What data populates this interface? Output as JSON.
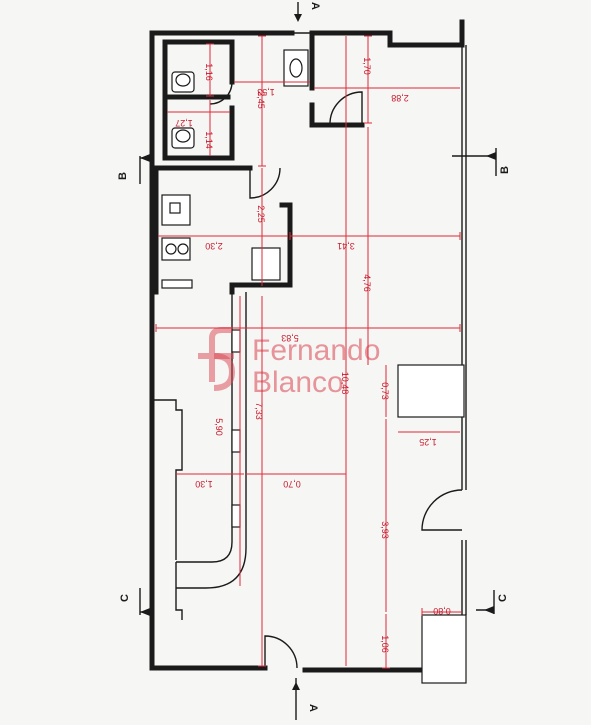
{
  "plan": {
    "dimensions": [
      {
        "id": "d1",
        "label": "1,16"
      },
      {
        "id": "d2",
        "label": "1,27"
      },
      {
        "id": "d3",
        "label": "1,14"
      },
      {
        "id": "d4",
        "label": "2,45"
      },
      {
        "id": "d5",
        "label": "1,53"
      },
      {
        "id": "d6",
        "label": "1,70"
      },
      {
        "id": "d7",
        "label": "2,88"
      },
      {
        "id": "d8",
        "label": "2,25"
      },
      {
        "id": "d9",
        "label": "2,30"
      },
      {
        "id": "d10",
        "label": "3,41"
      },
      {
        "id": "d11",
        "label": "4,76"
      },
      {
        "id": "d12",
        "label": "5,83"
      },
      {
        "id": "d13",
        "label": "10,48"
      },
      {
        "id": "d14",
        "label": "0,73"
      },
      {
        "id": "d15",
        "label": "5,90"
      },
      {
        "id": "d16",
        "label": "7,33"
      },
      {
        "id": "d17",
        "label": "1,25"
      },
      {
        "id": "d18",
        "label": "1,30"
      },
      {
        "id": "d19",
        "label": "0,70"
      },
      {
        "id": "d20",
        "label": "3,93"
      },
      {
        "id": "d21",
        "label": "0,80"
      },
      {
        "id": "d22",
        "label": "1,06"
      }
    ],
    "section_markers": [
      {
        "id": "a_top",
        "label": "A"
      },
      {
        "id": "a_bottom",
        "label": "A"
      },
      {
        "id": "b_left",
        "label": "B"
      },
      {
        "id": "b_right",
        "label": "B"
      },
      {
        "id": "c_left",
        "label": "C"
      },
      {
        "id": "c_right",
        "label": "C"
      }
    ],
    "watermark": {
      "line1": "Fernando",
      "line2": "Blanco",
      "color": "#d9434f"
    },
    "colors": {
      "wall": "#1a1a1a",
      "dimension": "#e0283a"
    }
  }
}
